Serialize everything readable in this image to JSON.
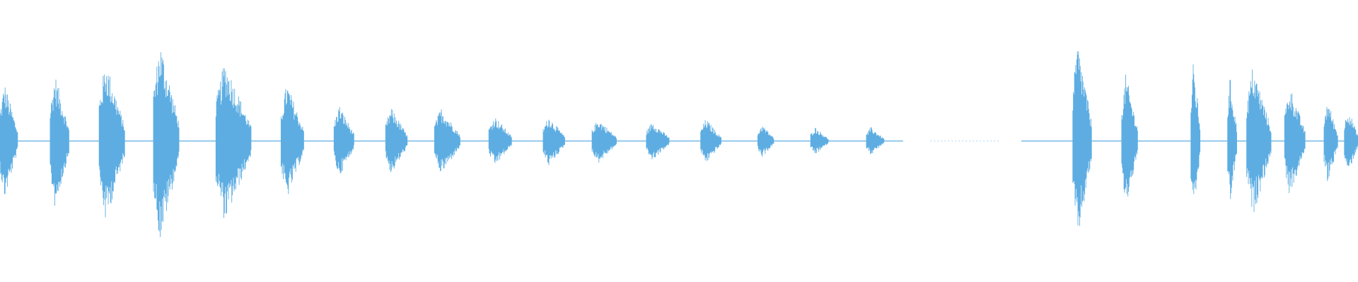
{
  "waveform": {
    "color": "#5DADE2",
    "background": "#ffffff",
    "duration_fraction_segments": [
      {
        "start": 0.0,
        "end": 0.013,
        "amp": 0.21
      },
      {
        "start": 0.037,
        "end": 0.051,
        "amp": 0.24
      },
      {
        "start": 0.073,
        "end": 0.092,
        "amp": 0.29
      },
      {
        "start": 0.113,
        "end": 0.132,
        "amp": 0.36
      },
      {
        "start": 0.159,
        "end": 0.185,
        "amp": 0.29
      },
      {
        "start": 0.207,
        "end": 0.224,
        "amp": 0.21
      },
      {
        "start": 0.246,
        "end": 0.261,
        "amp": 0.13
      },
      {
        "start": 0.284,
        "end": 0.3,
        "amp": 0.12
      },
      {
        "start": 0.32,
        "end": 0.339,
        "amp": 0.12
      },
      {
        "start": 0.36,
        "end": 0.377,
        "amp": 0.09
      },
      {
        "start": 0.4,
        "end": 0.416,
        "amp": 0.09
      },
      {
        "start": 0.436,
        "end": 0.454,
        "amp": 0.08
      },
      {
        "start": 0.476,
        "end": 0.493,
        "amp": 0.07
      },
      {
        "start": 0.516,
        "end": 0.531,
        "amp": 0.08
      },
      {
        "start": 0.558,
        "end": 0.57,
        "amp": 0.06
      },
      {
        "start": 0.597,
        "end": 0.61,
        "amp": 0.05
      },
      {
        "start": 0.638,
        "end": 0.651,
        "amp": 0.05
      },
      {
        "start": 0.79,
        "end": 0.804,
        "amp": 0.36
      },
      {
        "start": 0.826,
        "end": 0.838,
        "amp": 0.24
      },
      {
        "start": 0.877,
        "end": 0.884,
        "amp": 0.28
      },
      {
        "start": 0.904,
        "end": 0.911,
        "amp": 0.23
      },
      {
        "start": 0.918,
        "end": 0.936,
        "amp": 0.27
      },
      {
        "start": 0.946,
        "end": 0.961,
        "amp": 0.2
      },
      {
        "start": 0.975,
        "end": 0.985,
        "amp": 0.15
      },
      {
        "start": 0.99,
        "end": 1.0,
        "amp": 0.12
      }
    ],
    "baseline_amp": 0.005
  }
}
